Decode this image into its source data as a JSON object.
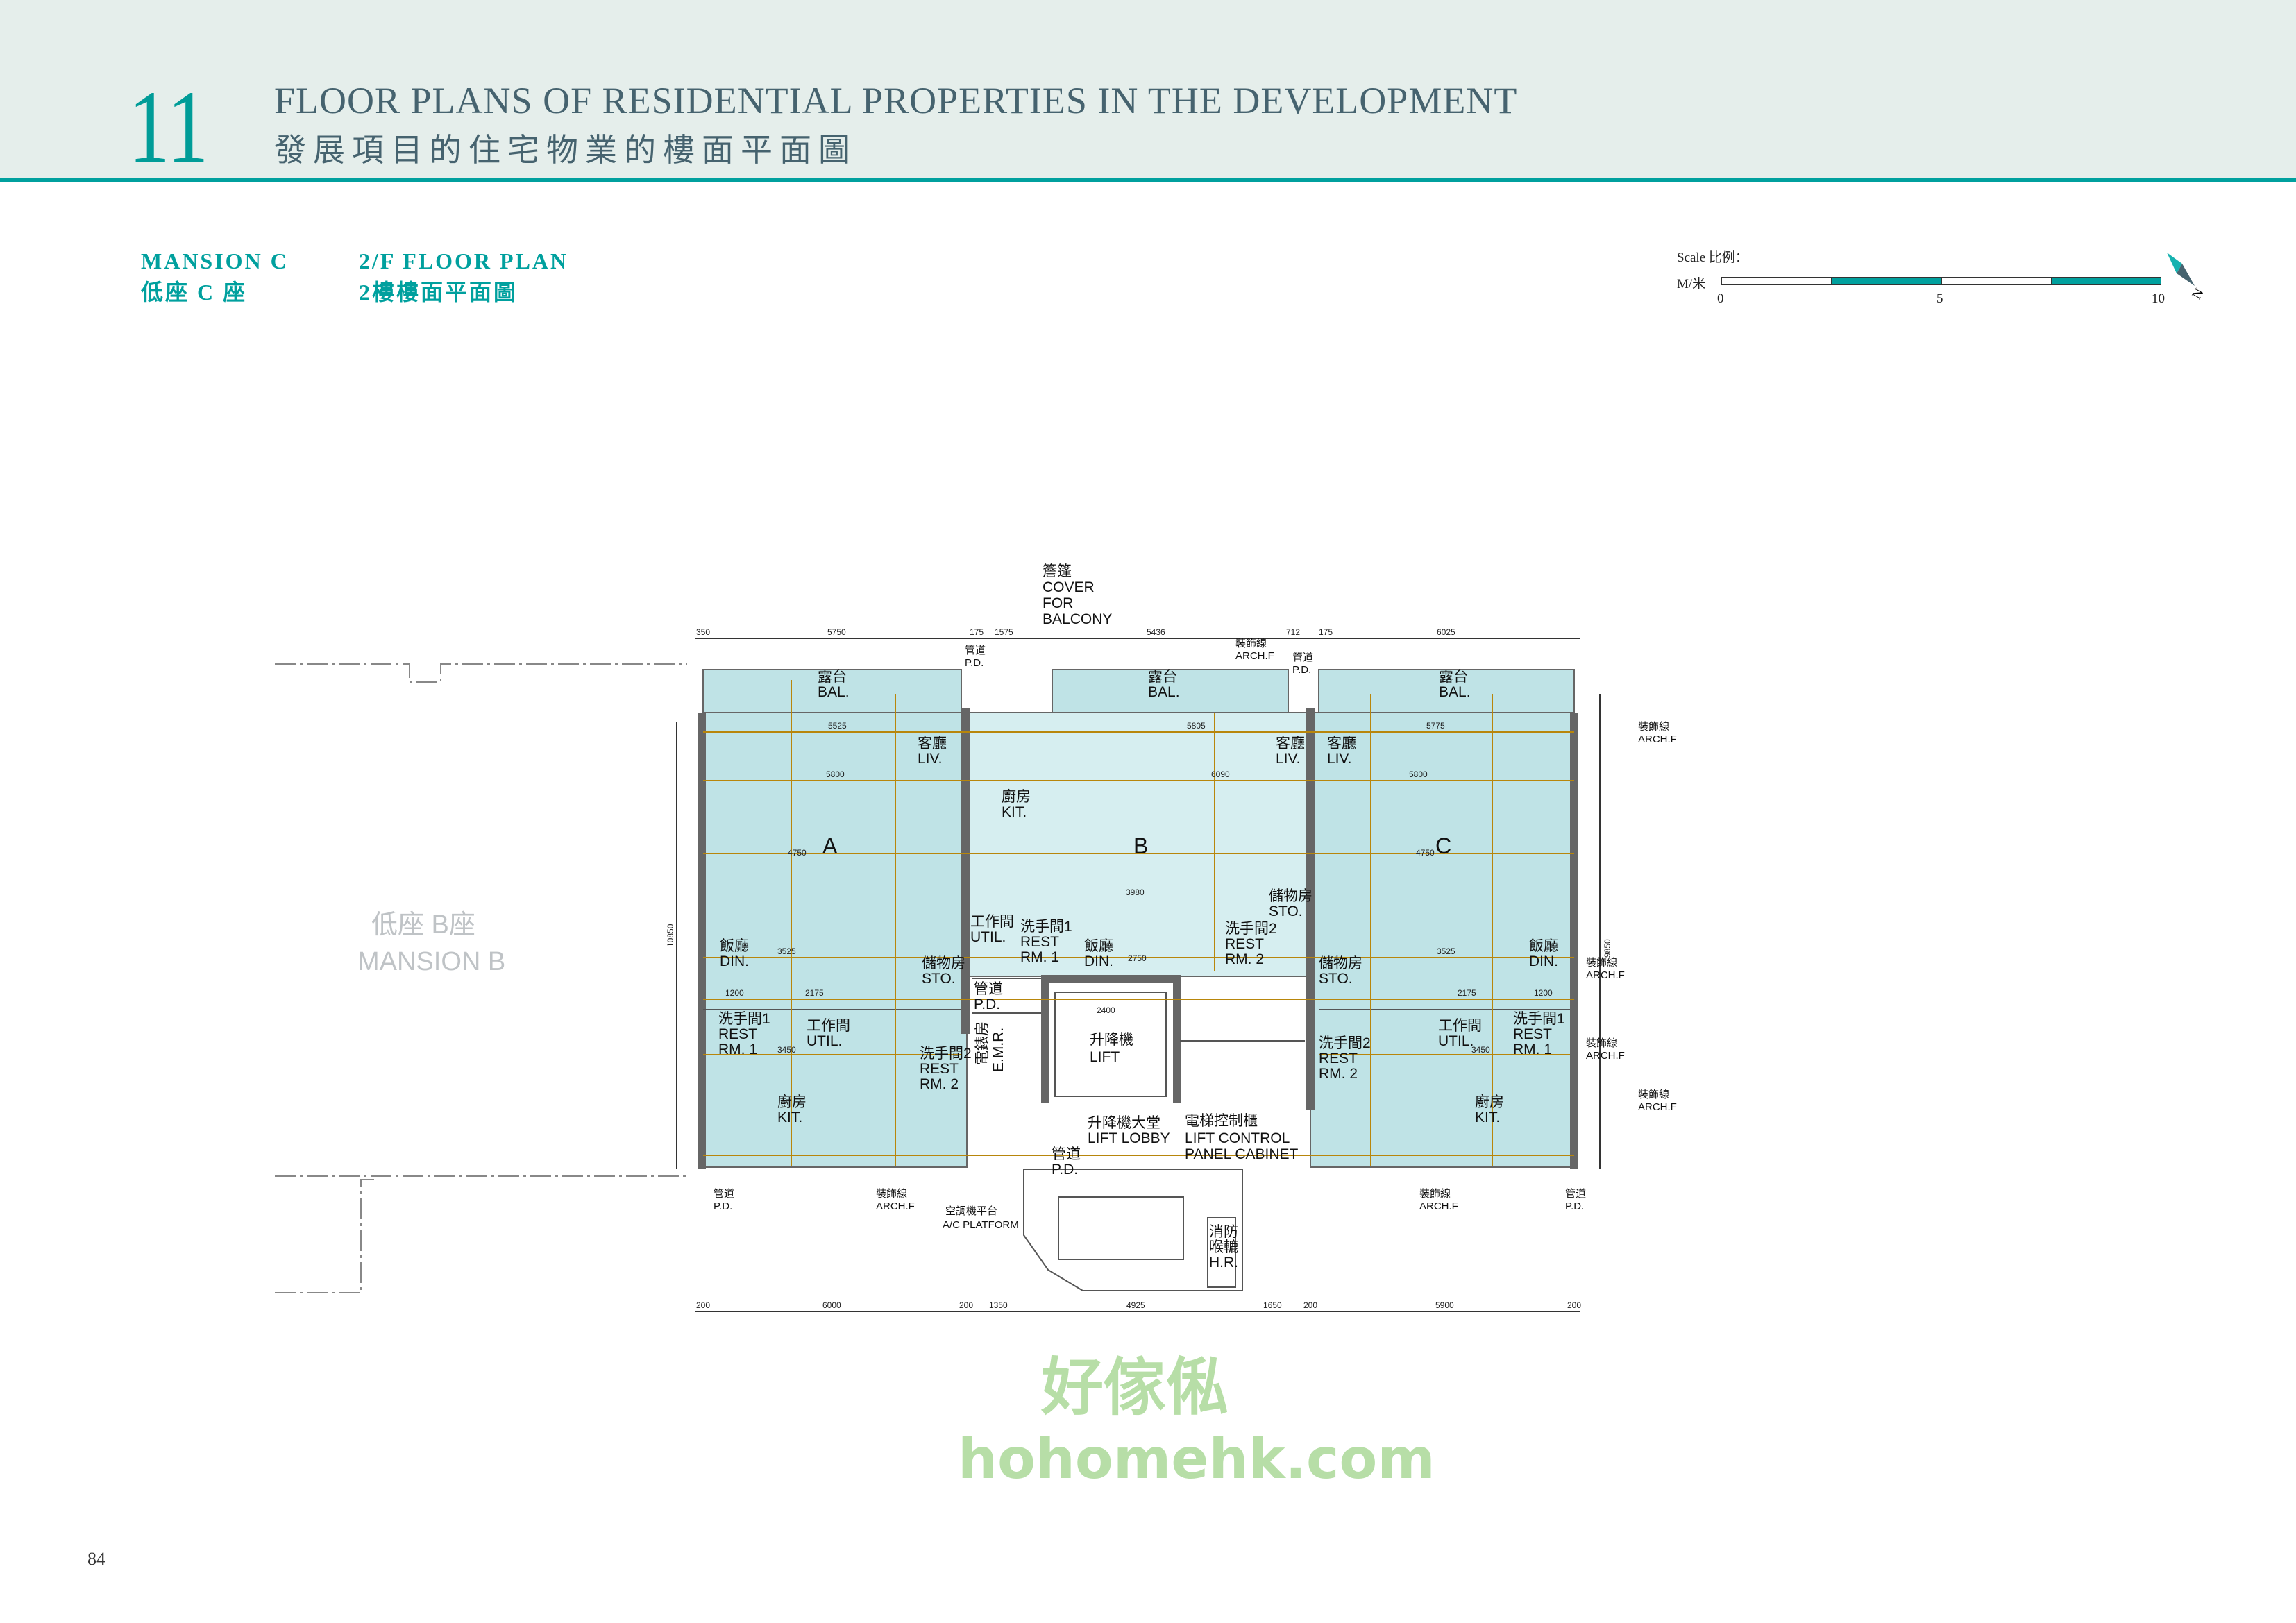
{
  "header": {
    "chapter": "11",
    "title_en": "FLOOR PLANS OF RESIDENTIAL PROPERTIES IN THE DEVELOPMENT",
    "title_zh": "發展項目的住宅物業的樓面平面圖"
  },
  "subheader": {
    "mansion_en": "MANSION C",
    "mansion_zh": "低座 C 座",
    "plan_en": "2/F FLOOR PLAN",
    "plan_zh": "2樓樓面平面圖"
  },
  "scale": {
    "label": "Scale 比例：",
    "unit": "M/米",
    "ticks": [
      "0",
      "5",
      "10"
    ],
    "north": "N"
  },
  "colors": {
    "accent": "#00a09e",
    "unit_fill": "#bfe3e6",
    "dim_line": "#b8860b",
    "wall": "#555555"
  },
  "plan": {
    "neighbour": {
      "zh": "低座 B座",
      "en": "MANSION B"
    },
    "units": {
      "a": "A",
      "b": "B",
      "c": "C"
    },
    "rooms": {
      "bal_zh": "露台",
      "bal_en": "BAL.",
      "liv_zh": "客廳",
      "liv_en": "LIV.",
      "din_zh": "飯廳",
      "din_en": "DIN.",
      "kit_zh": "廚房",
      "kit_en": "KIT.",
      "util_zh": "工作間",
      "util_en": "UTIL.",
      "sto_zh": "儲物房",
      "sto_en": "STO.",
      "rest1_zh": "洗手間1",
      "rest2_zh": "洗手間2",
      "rest_en": "REST",
      "rm1": "RM. 1",
      "rm2": "RM. 2",
      "pd_zh": "管道",
      "pd_en": "P.D.",
      "archf_zh": "裝飾線",
      "archf_en": "ARCH.F",
      "emr_zh": "電錶房",
      "emr_en": "E.M.R.",
      "lift_zh": "升降機",
      "lift_en": "LIFT",
      "lobby_zh": "升降機大堂",
      "lobby_en": "LIFT LOBBY",
      "lcp_zh": "電梯控制櫃",
      "lcp_en1": "LIFT CONTROL",
      "lcp_en2": "PANEL CABINET",
      "ac_zh": "空調機平台",
      "ac_en": "A/C PLATFORM",
      "hr_zh1": "消防",
      "hr_zh2": "喉轆",
      "hr_en": "H.R.",
      "cover_zh": "簷篷",
      "cover_en1": "COVER",
      "cover_en2": "FOR",
      "cover_en3": "BALCONY"
    },
    "dims_top": [
      "350",
      "5750",
      "175",
      "1575",
      "5436",
      "712",
      "175",
      "6025"
    ],
    "dims_bottom": [
      "200",
      "6000",
      "200",
      "1350",
      "4925",
      "1650",
      "200",
      "5900",
      "200"
    ],
    "dim_left": "10850",
    "dim_right": "9850",
    "dims_inner": [
      "5525",
      "5800",
      "4750",
      "3525",
      "2175",
      "1200",
      "3450",
      "5805",
      "6090",
      "3980",
      "2750",
      "2400",
      "5775",
      "5800",
      "4750",
      "3525",
      "2175",
      "1200",
      "3450"
    ]
  },
  "watermark": {
    "zh": "好傢俬",
    "url": "hohomehk.com"
  },
  "page_number": "84"
}
